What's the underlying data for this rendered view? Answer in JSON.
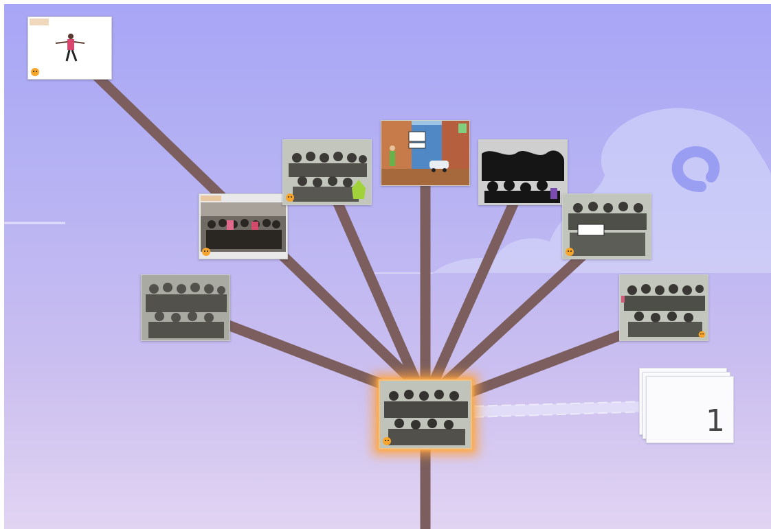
{
  "remix_tree": {
    "remix_count": "1",
    "nodes": [
      {
        "id": "node-original-dancer",
        "kind": "dancer"
      },
      {
        "id": "node-group-photo-colored",
        "kind": "colored"
      },
      {
        "id": "node-group-photo-cat",
        "kind": "cat"
      },
      {
        "id": "node-street-scene",
        "kind": "street"
      },
      {
        "id": "node-group-photo-dark",
        "kind": "dark"
      },
      {
        "id": "node-group-photo-sign",
        "kind": "sign"
      },
      {
        "id": "node-group-photo-left",
        "kind": "plain"
      },
      {
        "id": "node-group-photo-right",
        "kind": "plain"
      },
      {
        "id": "node-current-project",
        "kind": "current"
      }
    ]
  },
  "colors": {
    "branch": "#7b5e5d",
    "highlight": "#f8a440",
    "sky_top": "#a8a6f6",
    "sky_bottom": "#e1d4f2"
  }
}
